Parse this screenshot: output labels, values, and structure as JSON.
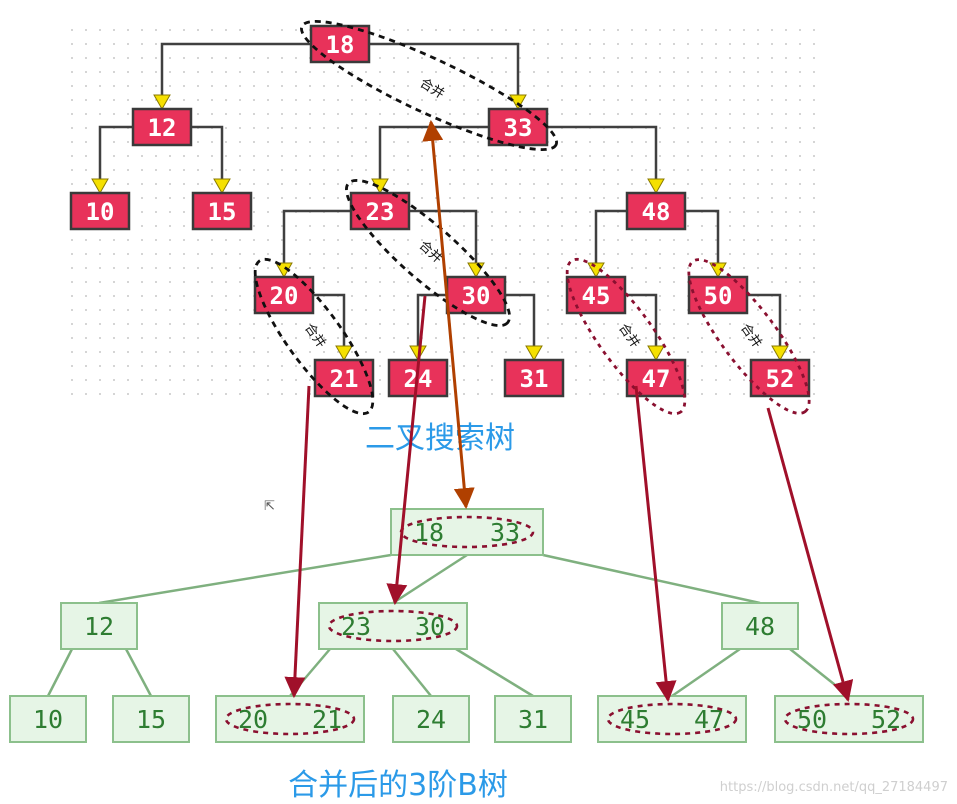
{
  "bst": {
    "caption": "二叉搜索树",
    "merge_label": "合并",
    "nodes": [
      "18",
      "12",
      "33",
      "10",
      "15",
      "23",
      "48",
      "20",
      "30",
      "45",
      "50",
      "21",
      "24",
      "31",
      "47",
      "52"
    ]
  },
  "btree": {
    "caption": "合并后的3阶B树",
    "nodes": [
      {
        "keys": [
          "18",
          "33"
        ]
      },
      {
        "keys": [
          "12"
        ]
      },
      {
        "keys": [
          "23",
          "30"
        ]
      },
      {
        "keys": [
          "48"
        ]
      },
      {
        "keys": [
          "10"
        ]
      },
      {
        "keys": [
          "15"
        ]
      },
      {
        "keys": [
          "20",
          "21"
        ]
      },
      {
        "keys": [
          "24"
        ]
      },
      {
        "keys": [
          "31"
        ]
      },
      {
        "keys": [
          "45",
          "47"
        ]
      },
      {
        "keys": [
          "50",
          "52"
        ]
      }
    ]
  },
  "watermark": "https://blog.csdn.net/qq_27184497",
  "colors": {
    "bst_node_fill": "#e8325a",
    "bst_node_border": "#3a3a3a",
    "bst_line": "#404040",
    "arrow_yellow": "#f5e000",
    "btree_fill": "#e6f5e6",
    "btree_border": "#8cc08c",
    "btree_text": "#2e7d32",
    "btree_line": "#7fb07f",
    "map_arrow": "#a0102a",
    "map_arrow_root": "#b04000",
    "caption": "#2b9ae8"
  }
}
